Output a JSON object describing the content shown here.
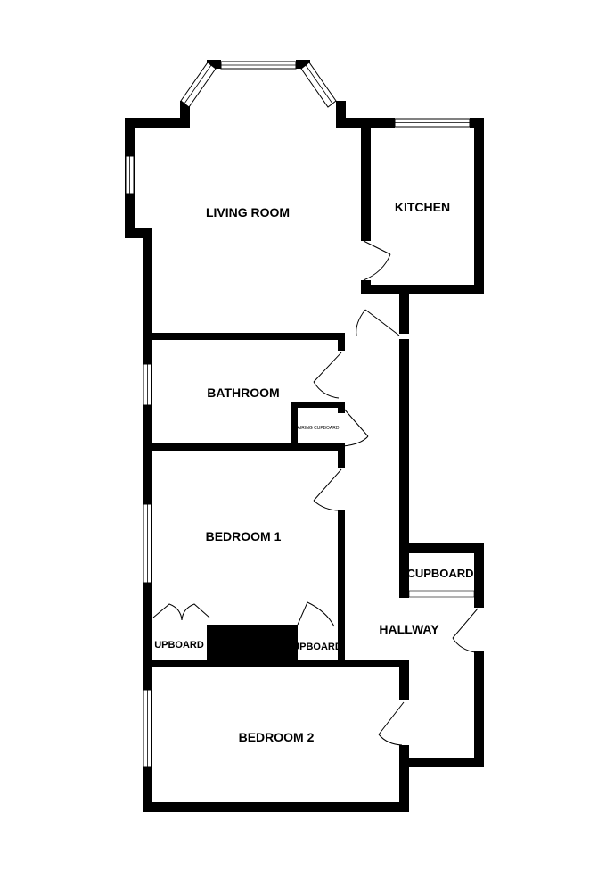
{
  "rooms": {
    "living_room": "LIVING ROOM",
    "kitchen": "KITCHEN",
    "bathroom": "BATHROOM",
    "airing_cupboard": "AIRING CUPBOARD",
    "bedroom1": "BEDROOM 1",
    "bedroom2": "BEDROOM 2",
    "hallway": "HALLWAY",
    "cupboard_hall": "CUPBOARD",
    "cupboard_left": "UPBOARD",
    "cupboard_right": "UPBOARD"
  },
  "colors": {
    "wall": "#000000",
    "background": "#ffffff"
  }
}
